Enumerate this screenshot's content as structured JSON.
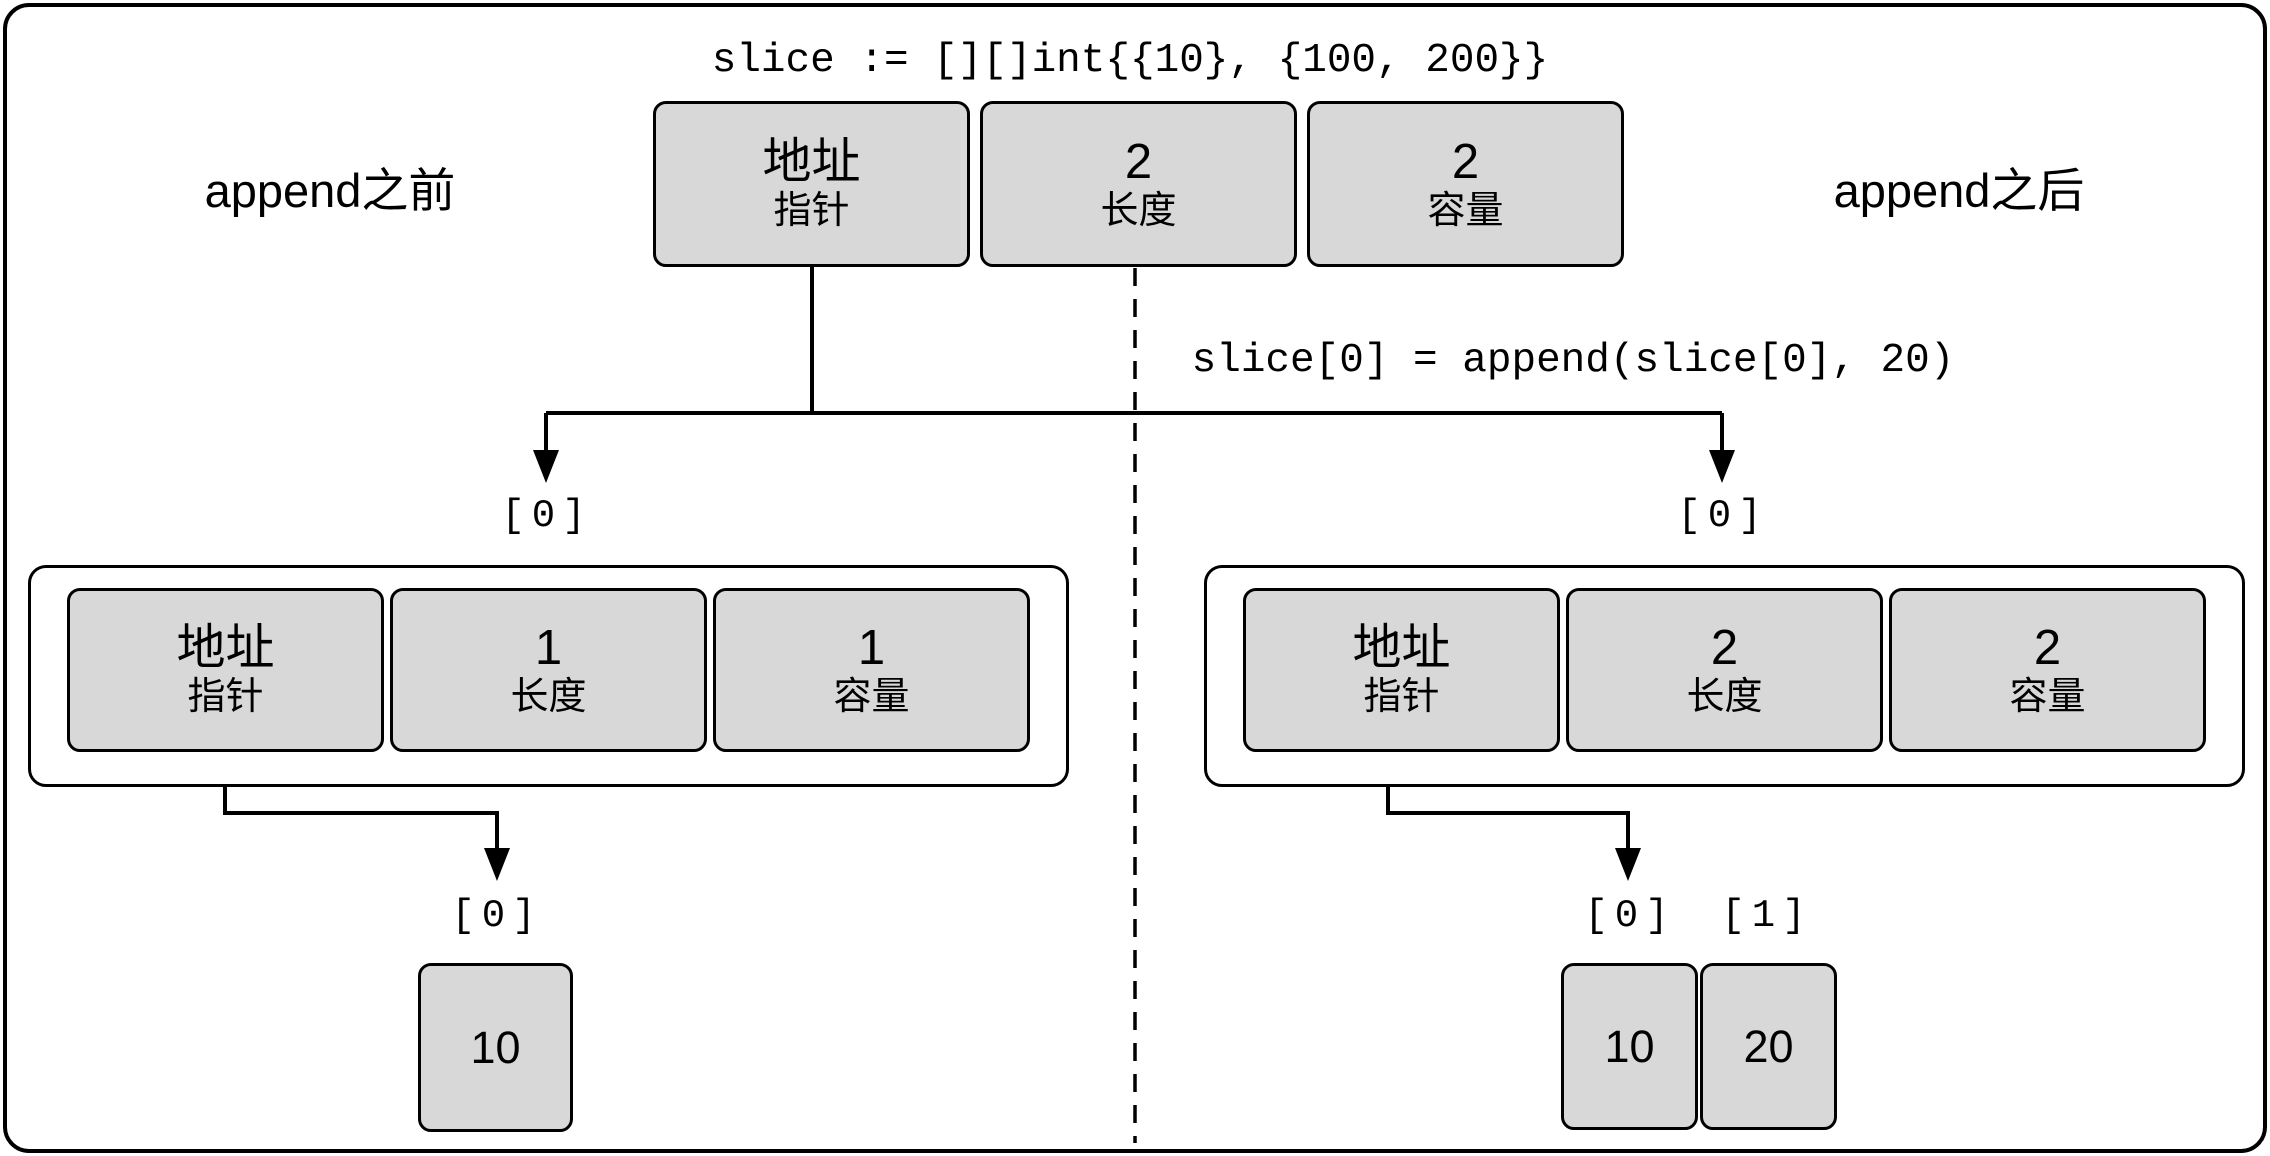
{
  "diagram": {
    "colors": {
      "background": "#ffffff",
      "box_fill": "#d8d8d8",
      "line_color": "#000000"
    },
    "code_top": "slice := [][]int{{10}, {100, 200}}",
    "label_before": "append之前",
    "label_after": "append之后",
    "code_append": "slice[0] = append(slice[0], 20)",
    "top_slice": {
      "pointer_main": "地址",
      "pointer_sub": "指针",
      "length_main": "2",
      "length_sub": "长度",
      "capacity_main": "2",
      "capacity_sub": "容量"
    },
    "left_slice": {
      "pointer_main": "地址",
      "pointer_sub": "指针",
      "length_main": "1",
      "length_sub": "长度",
      "capacity_main": "1",
      "capacity_sub": "容量"
    },
    "right_slice": {
      "pointer_main": "地址",
      "pointer_sub": "指针",
      "length_main": "2",
      "length_sub": "长度",
      "capacity_main": "2",
      "capacity_sub": "容量"
    },
    "indices": {
      "top_left": "[0]",
      "top_right": "[0]",
      "bottom_left": "[0]",
      "bottom_right_first": "[0]",
      "bottom_right_second": "[1]"
    },
    "left_array_values": [
      "10"
    ],
    "right_array_values": [
      "10",
      "20"
    ]
  }
}
